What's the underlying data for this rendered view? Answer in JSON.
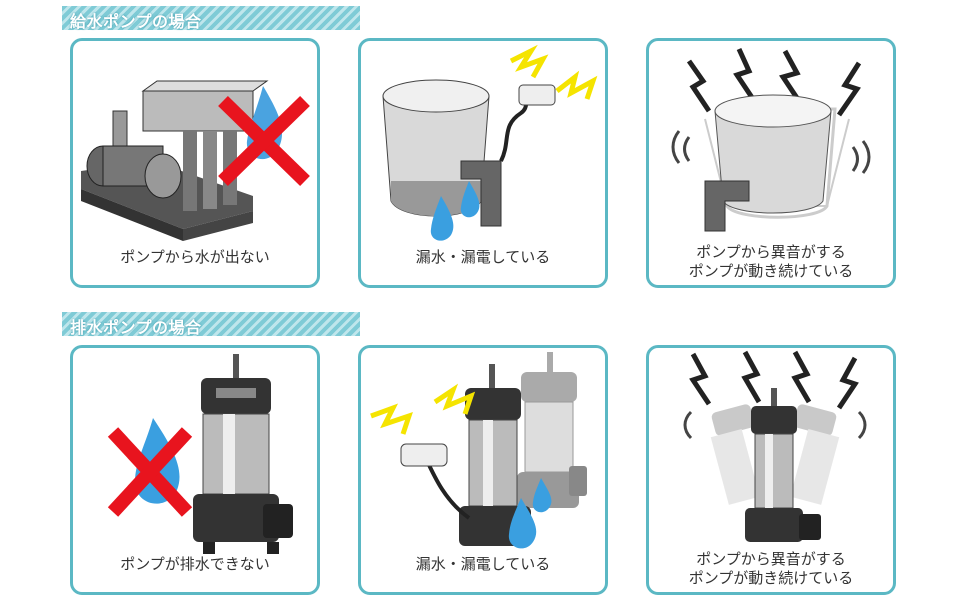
{
  "sections": [
    {
      "title": "給水ポンプの場合",
      "cards": [
        {
          "caption": [
            "ポンプから水が出ない"
          ],
          "icon": "booster-pump-with-x-icon"
        },
        {
          "caption": [
            "漏水・漏電している"
          ],
          "icon": "leak-tank-icon"
        },
        {
          "caption": [
            "ポンプから異音がする",
            "ポンプが動き続けている"
          ],
          "icon": "noise-tank-icon"
        }
      ]
    },
    {
      "title": "排水ポンプの場合",
      "cards": [
        {
          "caption": [
            "ポンプが排水できない"
          ],
          "icon": "submersible-pump-with-x-icon"
        },
        {
          "caption": [
            "漏水・漏電している"
          ],
          "icon": "leak-submersible-icon"
        },
        {
          "caption": [
            "ポンプから異音がする",
            "ポンプが動き続けている"
          ],
          "icon": "noise-submersible-icon"
        }
      ]
    }
  ],
  "colors": {
    "accent": "#5bb8c4",
    "cross": "#e8141e",
    "water": "#3a9fe0",
    "spark": "#f5e400"
  }
}
